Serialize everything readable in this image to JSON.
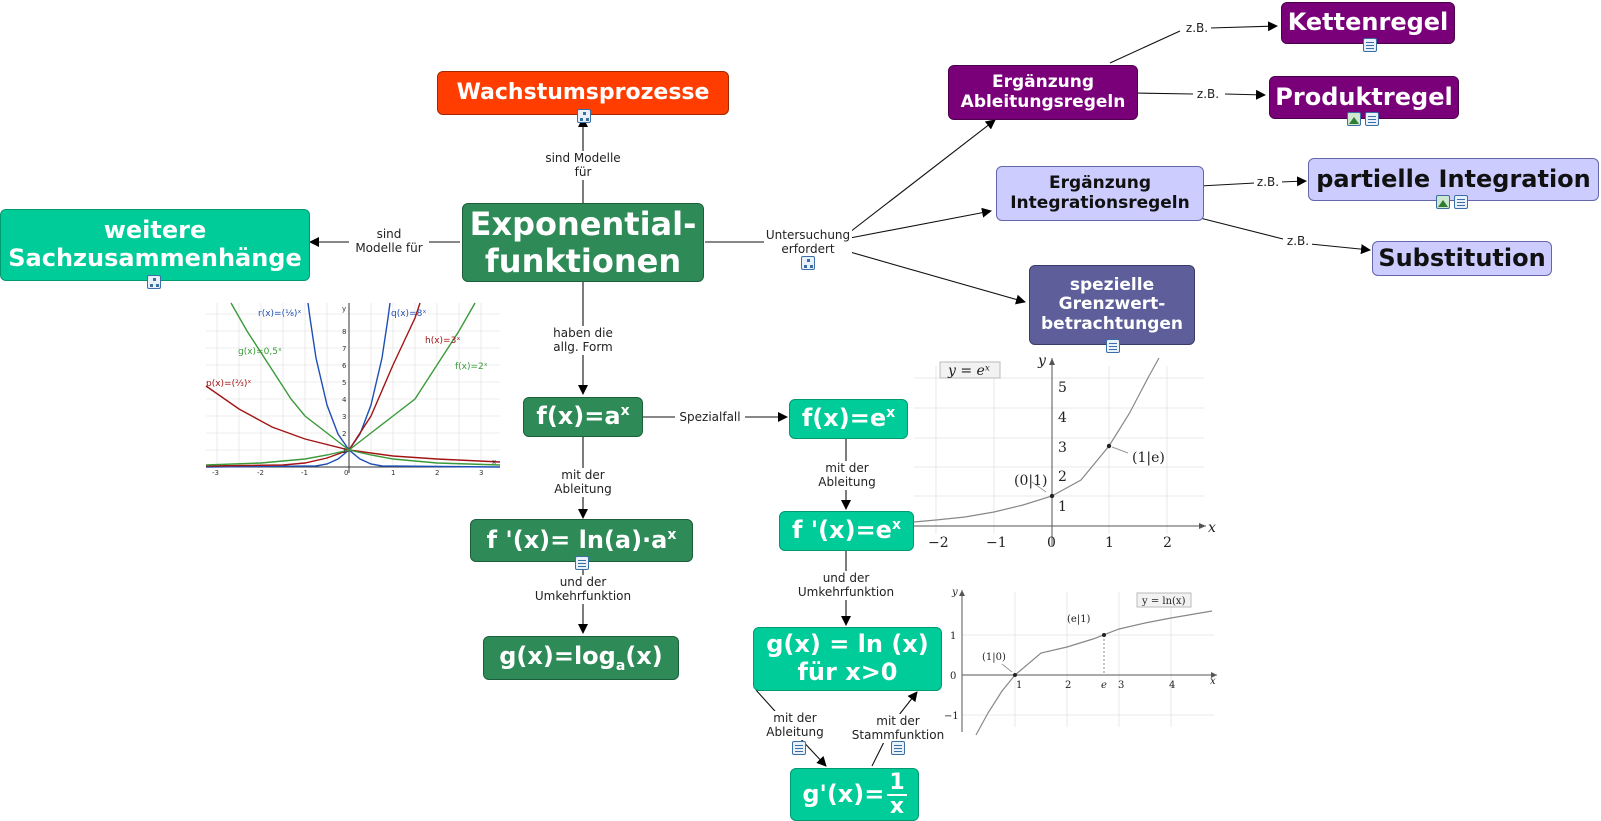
{
  "colors": {
    "orange": "#ff3d00",
    "dark_green": "#2e8b57",
    "teal": "#00cc99",
    "purple": "#7a007a",
    "lavender": "#ccccff",
    "slate": "#5d5e9a"
  },
  "nodes": {
    "wachstum": "Wachstumsprozesse",
    "expo_line1": "Exponential-",
    "expo_line2": "funktionen",
    "sach_line1": "weitere",
    "sach_line2": "Sachzusammenhänge",
    "fa": "f(x)=a",
    "fa_sup": "x",
    "fprime_a": "f '(x)= ln(a)·a",
    "fprime_a_sup": "x",
    "glog": "g(x)=log",
    "glog_sub": "a",
    "glog_tail": "(x)",
    "fe": "f(x)=e",
    "fe_sup": "x",
    "fprime_e": "f '(x)=e",
    "fprime_e_sup": "x",
    "gln_line1": "g(x) = ln (x)",
    "gln_line2": "für x>0",
    "gprime": "g'(x)=",
    "gprime_num": "1",
    "gprime_den": "x",
    "abl_line1": "Ergänzung",
    "abl_line2": "Ableitungsregeln",
    "int_line1": "Ergänzung",
    "int_line2": "Integrationsregeln",
    "grenz_line1": "spezielle",
    "grenz_line2": "Grenzwert-",
    "grenz_line3": "betrachtungen",
    "ketten": "Kettenregel",
    "produkt": "Produktregel",
    "partiell": "partielle Integration",
    "substitution": "Substitution"
  },
  "links": {
    "sind_modelle_fuer_a": "sind Modelle",
    "sind_modelle_fuer_b": "für",
    "sind_b1": "sind",
    "sind_b2": "Modelle für",
    "haben_1": "haben die",
    "haben_2": "allg. Form",
    "unters_1": "Untersuchung",
    "unters_2": "erfordert",
    "spezialfall": "Spezialfall",
    "mit_abl_1a": "mit der",
    "mit_abl_1b": "Ableitung",
    "und_umk_1a": "und der",
    "und_umk_1b": "Umkehrfunktion",
    "mit_abl_2a": "mit der",
    "mit_abl_2b": "Ableitung",
    "und_umk_2a": "und der",
    "und_umk_2b": "Umkehrfunktion",
    "mit_abl_3a": "mit der",
    "mit_abl_3b": "Ableitung",
    "mit_stamm_a": "mit der",
    "mit_stamm_b": "Stammfunktion",
    "zb1": "z.B.",
    "zb2": "z.B.",
    "zb3": "z.B.",
    "zb4": "z.B."
  },
  "graph_exp_family": {
    "x_ticks": [
      "-3",
      "-2",
      "-1",
      "0",
      "1",
      "2",
      "3"
    ],
    "y_ticks": [
      "1",
      "2",
      "3",
      "4",
      "5",
      "6",
      "7",
      "8"
    ],
    "x_label": "x",
    "y_label": "y",
    "labels": {
      "r": "r(x)=(⅛)ˣ",
      "q": "q(x)=8ˣ",
      "g": "g(x)=0,5ˣ",
      "h": "h(x)=3ˣ",
      "p": "p(x)=(⅔)ˣ",
      "f": "f(x)=2ˣ"
    }
  },
  "graph_ex": {
    "title": "y = eˣ",
    "x_ticks": [
      "−2",
      "−1",
      "0",
      "1",
      "2"
    ],
    "y_ticks": [
      "1",
      "2",
      "3",
      "4",
      "5"
    ],
    "x_label": "x",
    "y_label": "y",
    "point_a": "(0|1)",
    "point_b": "(1|e)"
  },
  "graph_ln": {
    "title": "y = ln(x)",
    "x_ticks": [
      "1",
      "2",
      "e",
      "3",
      "4"
    ],
    "y_ticks": [
      "1",
      "0",
      "−1"
    ],
    "x_label": "x",
    "y_label": "y",
    "point_a": "(1|0)",
    "point_b": "(e|1)"
  }
}
